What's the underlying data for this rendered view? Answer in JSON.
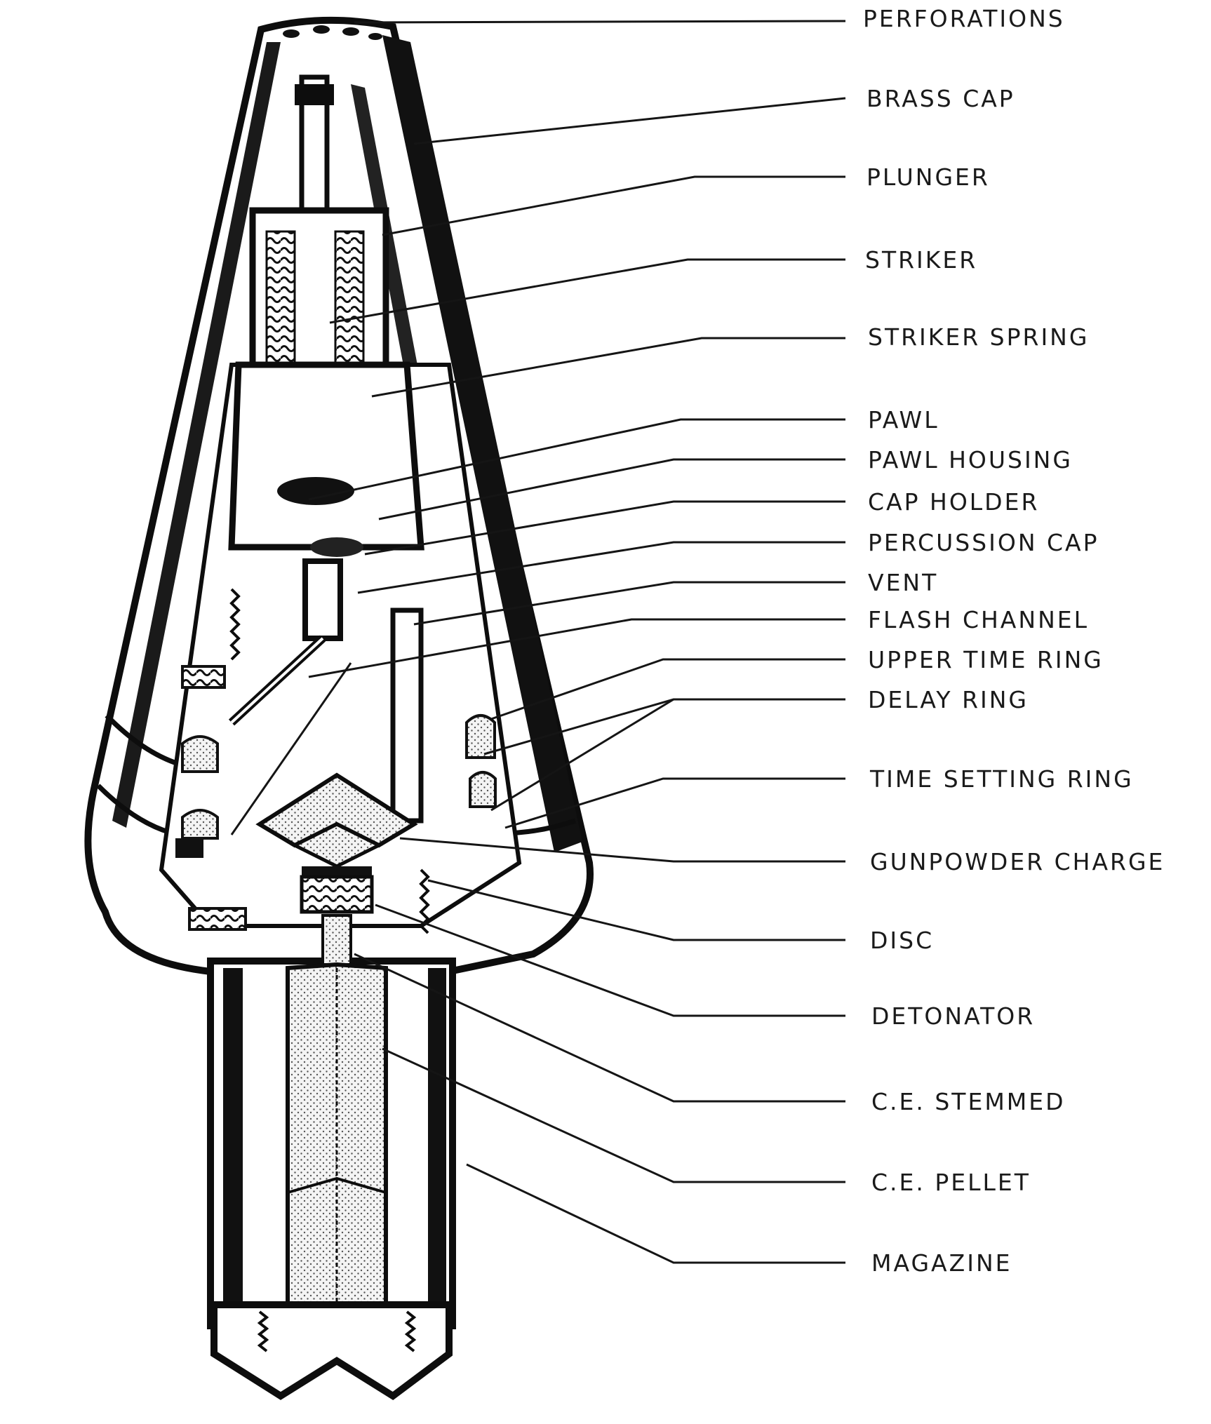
{
  "labels": [
    {
      "id": "perforations",
      "text": "PERFORATIONS"
    },
    {
      "id": "brass-cap",
      "text": "BRASS CAP"
    },
    {
      "id": "plunger",
      "text": "PLUNGER"
    },
    {
      "id": "striker",
      "text": "STRIKER"
    },
    {
      "id": "striker-spring",
      "text": "STRIKER SPRING"
    },
    {
      "id": "pawl",
      "text": "PAWL"
    },
    {
      "id": "pawl-housing",
      "text": "PAWL HOUSING"
    },
    {
      "id": "cap-holder",
      "text": "CAP HOLDER"
    },
    {
      "id": "percussion-cap",
      "text": "PERCUSSION CAP"
    },
    {
      "id": "vent",
      "text": "VENT"
    },
    {
      "id": "flash-channel",
      "text": "FLASH CHANNEL"
    },
    {
      "id": "upper-time-ring",
      "text": "UPPER TIME RING"
    },
    {
      "id": "delay-ring",
      "text": "DELAY RING"
    },
    {
      "id": "time-setting-ring",
      "text": "TIME SETTING RING"
    },
    {
      "id": "gunpowder-charge",
      "text": "GUNPOWDER CHARGE"
    },
    {
      "id": "disc",
      "text": "DISC"
    },
    {
      "id": "detonator",
      "text": "DETONATOR"
    },
    {
      "id": "ce-stemmed",
      "text": "C.E. STEMMED"
    },
    {
      "id": "ce-pellet",
      "text": "C.E. PELLET"
    },
    {
      "id": "magazine",
      "text": "MAGAZINE"
    }
  ]
}
